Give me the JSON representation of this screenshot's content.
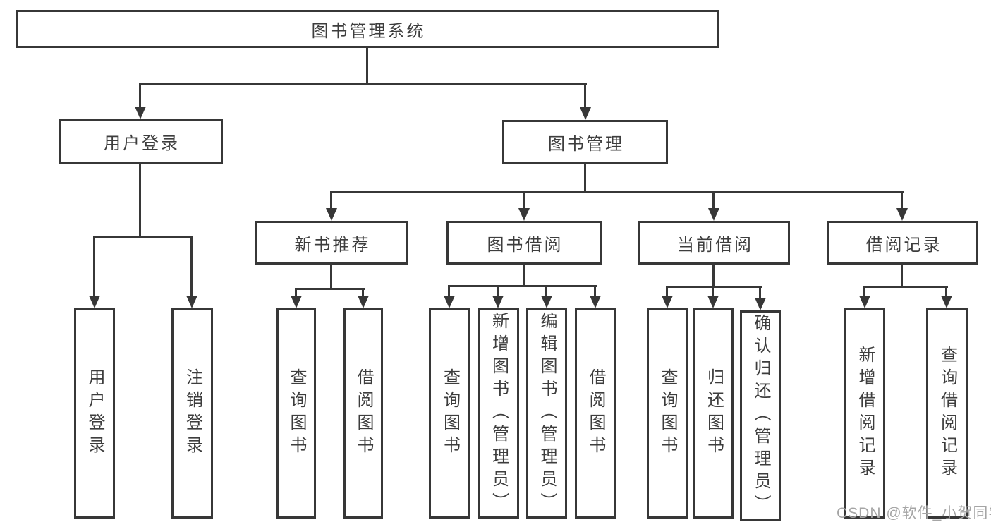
{
  "title": "图书管理系统",
  "watermark": "CSDN @软件_小贺同学",
  "colors": {
    "line": "#373737",
    "box_border": "#373737",
    "text": "#3d3d3d",
    "background": "#ffffff",
    "watermark": "#a5a5a5"
  },
  "nodes": {
    "root": "图书管理系统",
    "user_login": "用户登录",
    "book_mgmt": "图书管理",
    "new_book_rec": "新书推荐",
    "book_borrow": "图书借阅",
    "current_borrow": "当前借阅",
    "borrow_record": "借阅记录",
    "leaf_user_login": "用户登录",
    "leaf_logout": "注销登录",
    "rec_query_book": "查询图书",
    "rec_borrow_book": "借阅图书",
    "bor_query_book": "查询图书",
    "bor_add_book": "新增图书（管理员）",
    "bor_edit_book": "编辑图书（管理员）",
    "bor_borrow_book": "借阅图书",
    "cur_query_book": "查询图书",
    "cur_return_book": "归还图书",
    "cur_confirm_return": "确认归还（管理员）",
    "rcd_add_record": "新增借阅记录",
    "rcd_query_record": "查询借阅记录"
  },
  "tree": {
    "label": "图书管理系统",
    "children": [
      {
        "label": "用户登录",
        "children": [
          {
            "label": "用户登录"
          },
          {
            "label": "注销登录"
          }
        ]
      },
      {
        "label": "图书管理",
        "children": [
          {
            "label": "新书推荐",
            "children": [
              {
                "label": "查询图书"
              },
              {
                "label": "借阅图书"
              }
            ]
          },
          {
            "label": "图书借阅",
            "children": [
              {
                "label": "查询图书"
              },
              {
                "label": "新增图书（管理员）"
              },
              {
                "label": "编辑图书（管理员）"
              },
              {
                "label": "借阅图书"
              }
            ]
          },
          {
            "label": "当前借阅",
            "children": [
              {
                "label": "查询图书"
              },
              {
                "label": "归还图书"
              },
              {
                "label": "确认归还（管理员）"
              }
            ]
          },
          {
            "label": "借阅记录",
            "children": [
              {
                "label": "新增借阅记录"
              },
              {
                "label": "查询借阅记录"
              }
            ]
          }
        ]
      }
    ]
  }
}
